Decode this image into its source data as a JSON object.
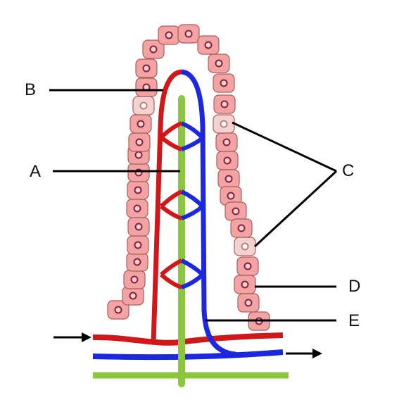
{
  "labels": {
    "a": "A",
    "b": "B",
    "c": "C",
    "d": "D",
    "e": "E"
  },
  "colors": {
    "arteriole": "#d0181a",
    "venule": "#1c28e0",
    "lacteal": "#8cc63f",
    "cell_fill": "#f2a3a3",
    "cell_stroke": "#b05a5a",
    "nucleus": "#8a1f3a",
    "goblet": "#f4d2d2",
    "pointer": "#000000"
  },
  "icons": {
    "inflow": "arrow-right-icon",
    "outflow": "arrow-right-icon"
  }
}
